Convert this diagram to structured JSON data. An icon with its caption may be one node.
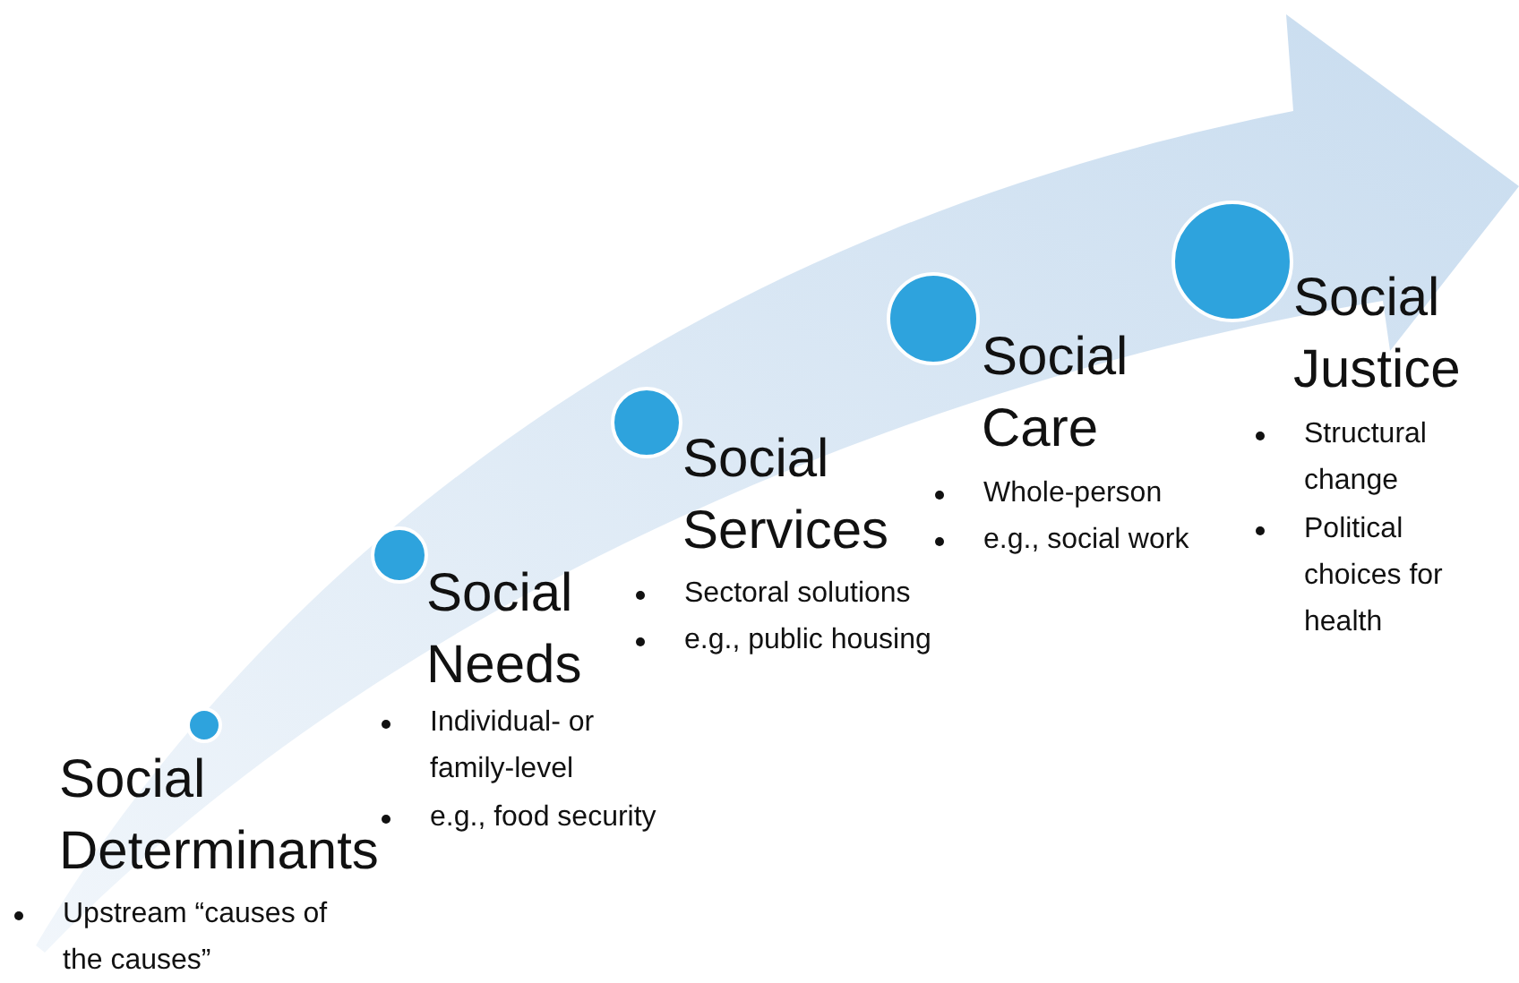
{
  "diagram": {
    "nodes": [
      {
        "text": [
          "Social Determinants",
          "Upstream “causes of the causes”"
        ]
      },
      {
        "text": [
          "Social Needs",
          "Individual- or family-level",
          "e.g., food security"
        ]
      },
      {
        "text": [
          "Social Services",
          "Sectoral solutions",
          "e.g., public housing"
        ]
      },
      {
        "text": [
          "Social Care",
          "Whole-person",
          "e.g., social work"
        ]
      },
      {
        "text": [
          "Social Justice",
          "Structural change",
          "Political choices for health"
        ]
      }
    ]
  }
}
